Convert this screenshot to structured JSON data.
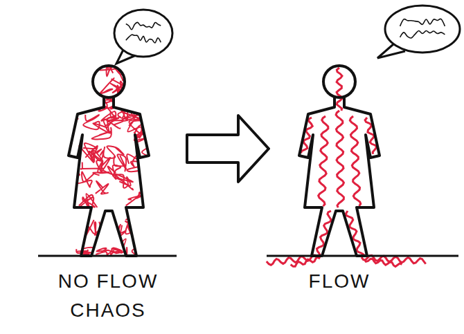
{
  "diagram": {
    "nodes": [
      {
        "text": [
          "NO FLOW CHAOS"
        ]
      },
      {
        "text": [
          "FLOW"
        ]
      }
    ],
    "edges": [
      {
        "from": 0,
        "to": 1,
        "arrow": "to"
      }
    ]
  }
}
